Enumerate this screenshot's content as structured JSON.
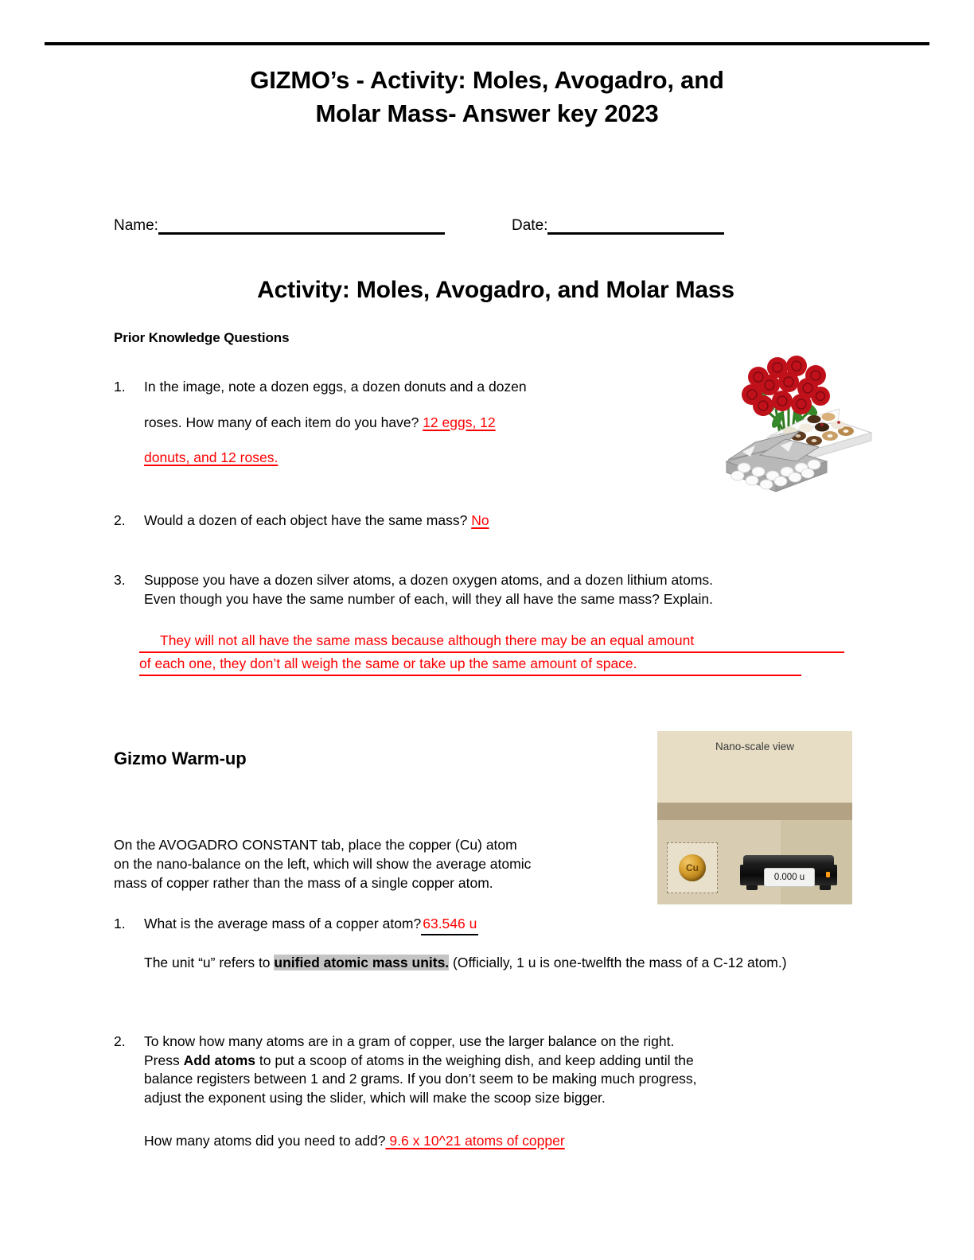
{
  "document": {
    "title_line1": "GIZMO’s - Activity: Moles, Avogadro, and",
    "title_line2": "Molar Mass- Answer key 2023",
    "activity_heading": "Activity: Moles, Avogadro, and Molar Mass"
  },
  "fields": {
    "name_label": "Name:",
    "date_label": "Date:"
  },
  "prior_knowledge": {
    "heading": "Prior Knowledge Questions",
    "q1": {
      "number": "1.",
      "text_part1": "In the image, note a dozen eggs, a dozen donuts and a dozen",
      "text_part2": "roses. How many of each item do you have? ",
      "answer_part1": "12 eggs, 12",
      "answer_part2": "donuts, and 12 roses."
    },
    "q2": {
      "number": "2.",
      "text": "Would a dozen of each object have the same mass? ",
      "answer": "No"
    },
    "q3": {
      "number": "3.",
      "line1": "Suppose you have a dozen silver atoms, a dozen oxygen atoms, and a dozen lithium atoms.",
      "line2": "Even though you have the same number of each, will they all have the same mass? Explain.",
      "answer_line1": "They will not all have the same mass because although there may be an equal amount",
      "answer_line2": "of each one, they don’t all weigh the same or take up the same amount of space."
    }
  },
  "gizmo_warmup": {
    "heading": "Gizmo Warm-up",
    "intro_line1": "On the AVOGADRO CONSTANT tab, place the copper (Cu) atom",
    "intro_line2": "on the nano-balance on the left, which will show the average atomic",
    "intro_line3": "mass of copper rather than the mass of a single copper atom.",
    "q1": {
      "number": "1.",
      "text": "What is the average mass of a copper atom?",
      "answer": "63.546 u",
      "note_pre": "The unit “u” refers to ",
      "note_highlight": "unified atomic mass units.",
      "note_post": " (Officially, 1 u is one-twelfth the mass of a C-12 atom.)"
    },
    "q2": {
      "number": "2.",
      "line1": "To know how many atoms are in a gram of copper, use the larger balance on the right.",
      "line2_pre": "Press ",
      "line2_bold": "Add atoms",
      "line2_post": " to put a scoop of atoms in the weighing dish, and keep adding until the",
      "line3": "balance registers between 1 and 2 grams. If you don’t seem to be making much progress,",
      "line4": "adjust the exponent using the slider, which will make the scoop size bigger.",
      "tail_text": "How many atoms did you need to add?",
      "tail_answer": " 9.6 x 10^21 atoms of copper"
    }
  },
  "gizmo_image": {
    "title": "Nano-scale view",
    "atom_label": "Cu",
    "balance_reading": "0.000 u"
  },
  "colors": {
    "answer_red": "#ff0000",
    "highlight_gray": "#c4c4c4",
    "gizmo_sky": "#e7ddc5",
    "gizmo_band": "#b3a284",
    "gizmo_floor": "#d8cdb2"
  }
}
